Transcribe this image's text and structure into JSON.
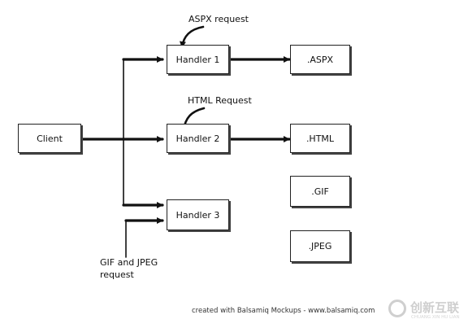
{
  "nodes": {
    "client": "Client",
    "handler1": "Handler 1",
    "handler2": "Handler 2",
    "handler3": "Handler 3",
    "aspx": ".ASPX",
    "html": ".HTML",
    "gif": ".GIF",
    "jpeg": ".JPEG"
  },
  "annotations": {
    "aspx_request": "ASPX request",
    "html_request": "HTML Request",
    "gif_jpeg_request_line1": "GIF and JPEG",
    "gif_jpeg_request_line2": "request"
  },
  "footer": {
    "credit": "created with Balsamiq Mockups - www.balsamiq.com"
  },
  "watermark": {
    "brand": "创新互联",
    "sub": "CHUANG XIN HU LIAN"
  },
  "edges": [
    {
      "from": "client",
      "to": "handler1"
    },
    {
      "from": "client",
      "to": "handler2"
    },
    {
      "from": "client",
      "to": "handler3"
    },
    {
      "from": "handler1",
      "to": "aspx"
    },
    {
      "from": "handler2",
      "to": "html"
    }
  ]
}
